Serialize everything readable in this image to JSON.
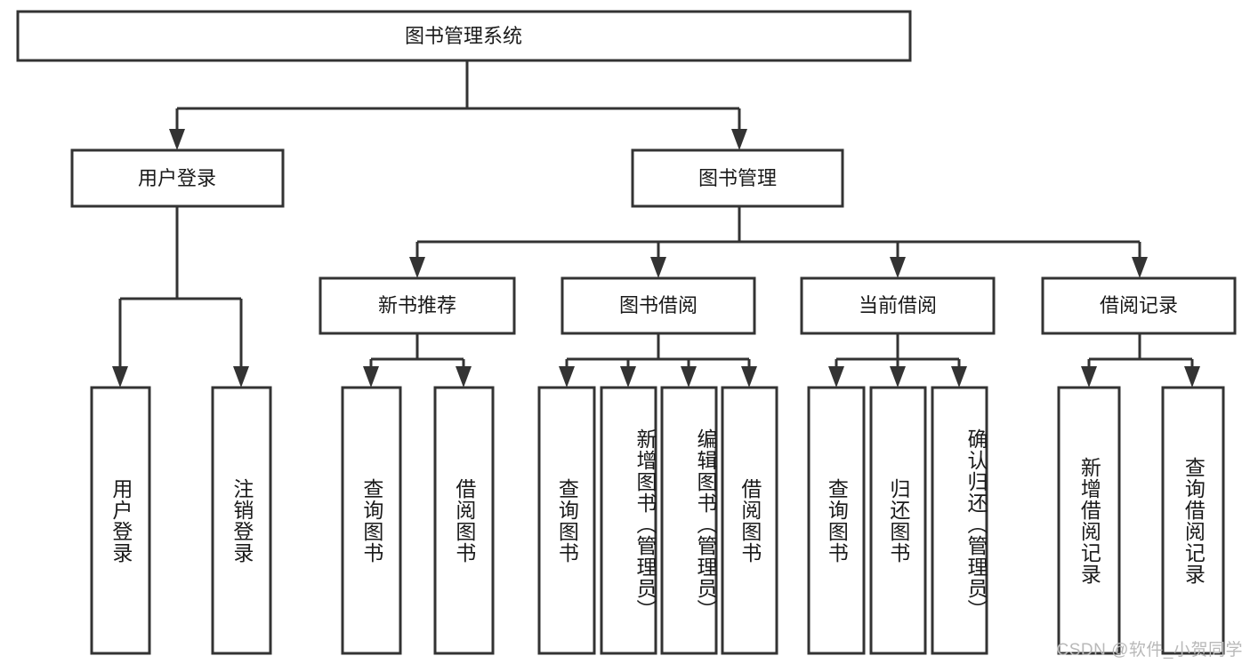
{
  "diagram": {
    "type": "tree-hierarchy",
    "title_node": {
      "label": "图书管理系统"
    },
    "level1": [
      {
        "id": "user-login",
        "label": "用户登录"
      },
      {
        "id": "book-management",
        "label": "图书管理"
      }
    ],
    "level2": [
      {
        "id": "new-book-recommend",
        "label": "新书推荐",
        "parent": "book-management"
      },
      {
        "id": "book-borrow",
        "label": "图书借阅",
        "parent": "book-management"
      },
      {
        "id": "current-borrow",
        "label": "当前借阅",
        "parent": "book-management"
      },
      {
        "id": "borrow-record",
        "label": "借阅记录",
        "parent": "book-management"
      }
    ],
    "leaves": {
      "user-login": [
        {
          "id": "leaf-user-login",
          "label": "用户登录"
        },
        {
          "id": "leaf-logout-login",
          "label": "注销登录"
        }
      ],
      "new-book-recommend": [
        {
          "id": "leaf-query-book-1",
          "label": "查询图书"
        },
        {
          "id": "leaf-borrow-book-1",
          "label": "借阅图书"
        }
      ],
      "book-borrow": [
        {
          "id": "leaf-query-book-2",
          "label": "查询图书"
        },
        {
          "id": "leaf-add-book",
          "label": "新增图书（管理员）"
        },
        {
          "id": "leaf-edit-book",
          "label": "编辑图书（管理员）"
        },
        {
          "id": "leaf-borrow-book-2",
          "label": "借阅图书"
        }
      ],
      "current-borrow": [
        {
          "id": "leaf-query-book-3",
          "label": "查询图书"
        },
        {
          "id": "leaf-return-book",
          "label": "归还图书"
        },
        {
          "id": "leaf-confirm-return",
          "label": "确认归还（管理员）"
        }
      ],
      "borrow-record": [
        {
          "id": "leaf-add-record",
          "label": "新增借阅记录"
        },
        {
          "id": "leaf-query-record",
          "label": "查询借阅记录"
        }
      ]
    }
  },
  "watermark": {
    "text": "CSDN @软件_小贺同学"
  },
  "colors": {
    "stroke": "#333333",
    "box_fill": "#ffffff",
    "text": "#1a1a1a",
    "watermark": "#b9b9b9",
    "background": "#ffffff"
  }
}
